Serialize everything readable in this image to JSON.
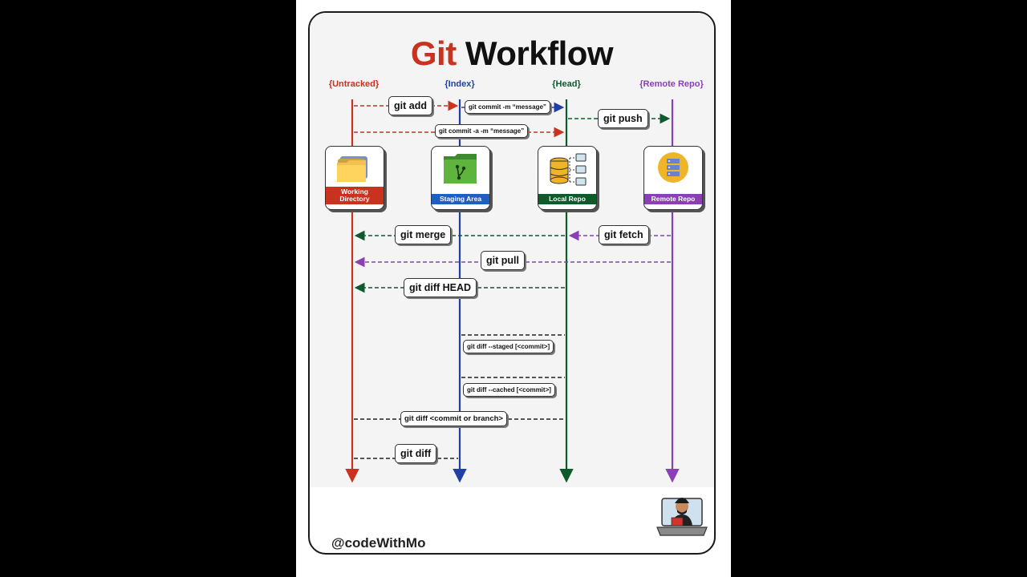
{
  "title": {
    "part1": "Git",
    "part2": "Workflow"
  },
  "columns": [
    {
      "id": "untracked",
      "label": "{Untracked}",
      "color": "#c8321e"
    },
    {
      "id": "index",
      "label": "{Index}",
      "color": "#1f3fa6"
    },
    {
      "id": "head",
      "label": "{Head}",
      "color": "#0d5a2a"
    },
    {
      "id": "remote",
      "label": "{Remote Repo}",
      "color": "#8a3fb5"
    }
  ],
  "cards": [
    {
      "label": "Working Directory",
      "icon": "folders-icon",
      "color": "#c8321e"
    },
    {
      "label": "Staging Area",
      "icon": "green-folder-branch-icon",
      "color": "#1f5fc0"
    },
    {
      "label": "Local Repo",
      "icon": "database-icon",
      "color": "#0d5a2a"
    },
    {
      "label": "Remote Repo",
      "icon": "server-icon",
      "color": "#8a3fb5"
    }
  ],
  "commands": {
    "git_add": "git add",
    "git_commit": "git commit -m “message”",
    "git_push": "git push",
    "git_commit_a": "git commit -a -m “message”",
    "git_merge": "git merge",
    "git_fetch": "git fetch",
    "git_pull": "git pull",
    "git_diff_head": "git diff HEAD",
    "git_diff_staged": "git diff --staged [<commit>]",
    "git_diff_cached": "git diff --cached [<commit>]",
    "git_diff_commit": "git diff <commit or branch>",
    "git_diff": "git diff"
  },
  "footer": {
    "handle": "@codeWithMo"
  }
}
